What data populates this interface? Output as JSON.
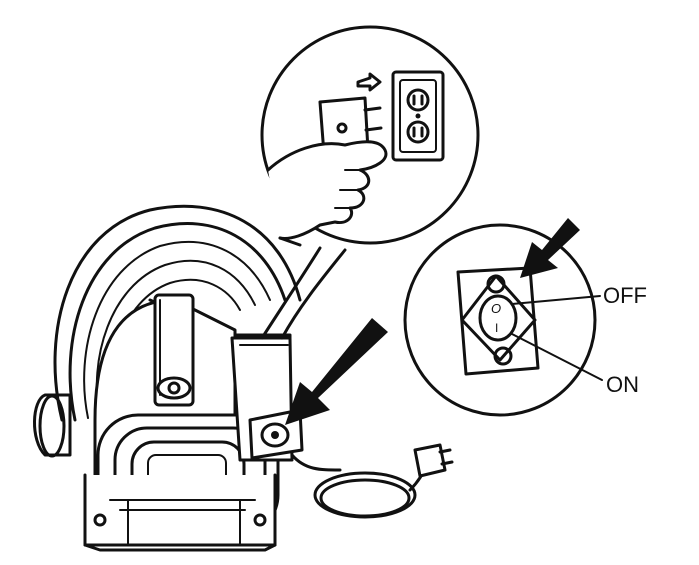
{
  "labels": {
    "off": "OFF",
    "on": "ON"
  },
  "switch_marks": {
    "off_symbol": "O",
    "on_symbol": "I"
  },
  "colors": {
    "ink": "#111111",
    "background": "#ffffff"
  }
}
